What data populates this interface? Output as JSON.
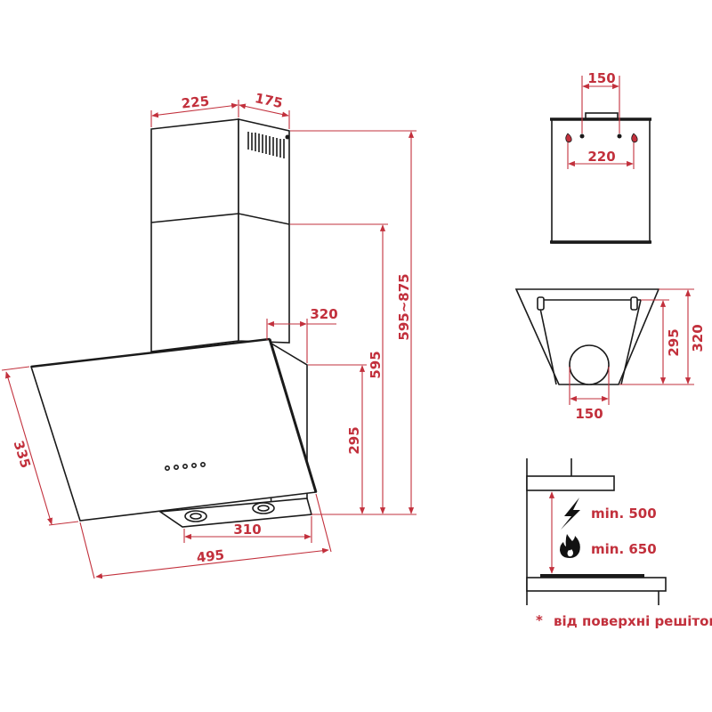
{
  "side_view": {
    "dimensions": {
      "chimney_front_width": "225",
      "chimney_side_depth": "175",
      "total_height": "595~875",
      "height_to_joint": "595",
      "body_height": "295",
      "body_depth": "320",
      "bottom_width": "310",
      "glass_width": "495",
      "glass_height": "335"
    }
  },
  "top_view": {
    "outlet_spacing": "150",
    "mount_spacing": "220"
  },
  "front_view": {
    "height_inner": "295",
    "height_outer": "320",
    "outlet_diameter": "150"
  },
  "installation": {
    "electric_min": "min. 500",
    "gas_min": "min. 650",
    "footnote_marker": "*",
    "footnote_text": "від поверхні решіток"
  },
  "colors": {
    "dimension": "#c2303c",
    "outline": "#1a1a1a"
  }
}
